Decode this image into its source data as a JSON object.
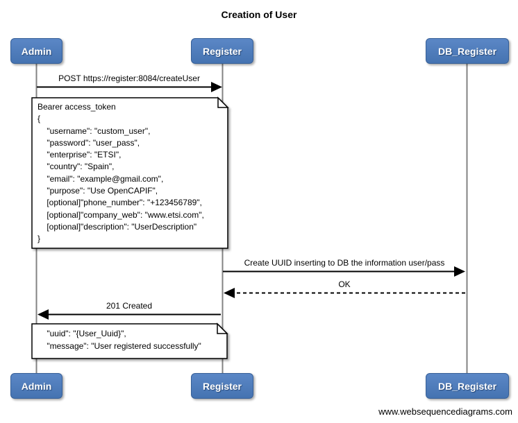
{
  "title": "Creation of User",
  "watermark": "www.websequencediagrams.com",
  "actors": [
    {
      "name": "Admin"
    },
    {
      "name": "Register"
    },
    {
      "name": "DB_Register"
    }
  ],
  "messages": [
    {
      "from": "Admin",
      "to": "Register",
      "line": "solid",
      "label": "POST https://register:8084/createUser"
    },
    {
      "from": "Register",
      "to": "DB_Register",
      "line": "solid",
      "label": "Create UUID inserting to DB the information user/pass"
    },
    {
      "from": "DB_Register",
      "to": "Register",
      "line": "dashed",
      "label": "OK"
    },
    {
      "from": "Register",
      "to": "Admin",
      "line": "solid",
      "label": "201 Created"
    }
  ],
  "notes": [
    {
      "lines": [
        "Bearer access_token",
        "{",
        "    \"username\": \"custom_user\",",
        "    \"password\": \"user_pass\",",
        "    \"enterprise\": \"ETSI\",",
        "    \"country\": \"Spain\",",
        "    \"email\": \"example@gmail.com\",",
        "    \"purpose\": \"Use OpenCAPIF\",",
        "    [optional]\"phone_number\": \"+123456789\",",
        "    [optional]\"company_web\": \"www.etsi.com\",",
        "    [optional]\"description\": \"UserDescription\"",
        "}"
      ]
    },
    {
      "lines": [
        "    \"uuid\": \"{User_Uuid}\",",
        "    \"message\": \"User registered successfully\""
      ]
    }
  ],
  "colors": {
    "actor_fill": "#4b7bbd",
    "actor_border": "#365f97",
    "lifeline": "#838383",
    "arrow": "#000000",
    "note_fill": "#ffffff",
    "note_border": "#000000"
  }
}
